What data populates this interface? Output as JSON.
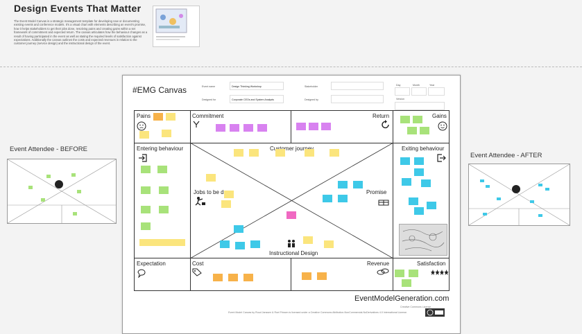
{
  "header": {
    "title": "Design Events That Matter",
    "description": "The Event Model Canvas is a strategic management template for developing new or documenting existing events and conference models. It's a visual chart with elements describing an event's promise, how it helps stakeholders to get their jobs done, resolving pains and creating gains within a set framework of commitment and expected return. The canvas articulates how the behaviour changes as a result of having participated in the event as well as stating the required levels of satisfaction against expectations. Additionally the canvas outlines the costs and expected revenues in relation to the customer journey (service design) and the instructional design of the event."
  },
  "before_label": "Event Attendee - BEFORE",
  "after_label": "Event Attendee - AFTER",
  "canvas": {
    "title": "#EMG Canvas",
    "event_name_label": "Event name",
    "event_name": "Design Thinking Workshop",
    "designed_for_label": "Designed for",
    "designed_for": "Corporate CEOs and System Analysts",
    "stakeholder_label": "Stakeholder",
    "designed_by_label": "Designed by",
    "day_label": "Day",
    "month_label": "Month",
    "year_label": "Year",
    "version_label": "Version",
    "sections": {
      "pains": "Pains",
      "commitment": "Commitment",
      "return": "Return",
      "gains": "Gains",
      "entering": "Entering behaviour",
      "exiting": "Exiting behaviour",
      "journey": "Customer journey",
      "jobs": "Jobs to be done",
      "promise": "Promise",
      "instructional": "Instructional Design",
      "expectation": "Expectation",
      "cost": "Cost",
      "revenue": "Revenue",
      "satisfaction": "Satisfaction"
    },
    "site": "EventModelGeneration.com",
    "license_title": "Creative Commons License",
    "license_text": "Event Model Canvas by Ruud Janssen & Roel Frissen is licensed under a Creative Commons Attribution-NonCommercial-NoDerivatives 4.0 International License."
  }
}
